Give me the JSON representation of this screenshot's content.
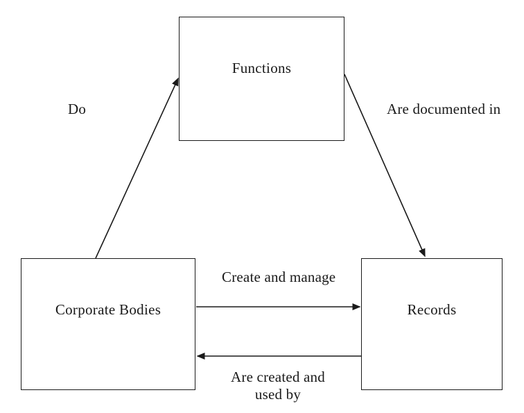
{
  "diagram": {
    "type": "entity-relationship-triangle",
    "nodes": [
      {
        "id": "functions",
        "label": "Functions"
      },
      {
        "id": "corporate-bodies",
        "label": "Corporate Bodies"
      },
      {
        "id": "records",
        "label": "Records"
      }
    ],
    "edges": [
      {
        "from": "corporate-bodies",
        "to": "functions",
        "label": "Do"
      },
      {
        "from": "functions",
        "to": "records",
        "label": "Are documented in"
      },
      {
        "from": "corporate-bodies",
        "to": "records",
        "label": "Create and manage"
      },
      {
        "from": "records",
        "to": "corporate-bodies",
        "label": "Are created and used by"
      }
    ]
  },
  "colors": {
    "background": "#ffffff",
    "line": "#1a1a1a",
    "text": "#1a1a1a"
  }
}
